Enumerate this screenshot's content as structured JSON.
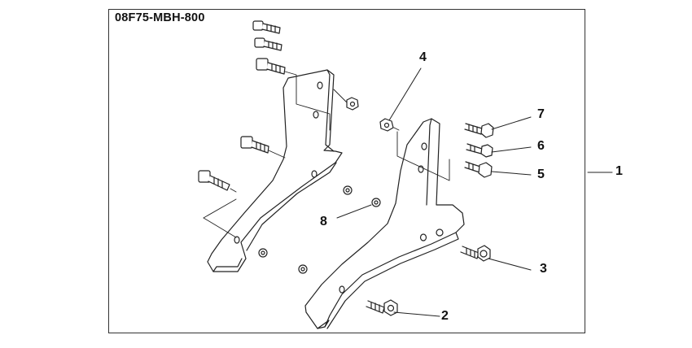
{
  "part_code": "08F75-MBH-800",
  "callouts": {
    "c1": "1",
    "c2": "2",
    "c3": "3",
    "c4": "4",
    "c5": "5",
    "c6": "6",
    "c7": "7",
    "c8": "8"
  },
  "colors": {
    "line": "#222222",
    "fill": "#ffffff",
    "frame": "#333333"
  }
}
